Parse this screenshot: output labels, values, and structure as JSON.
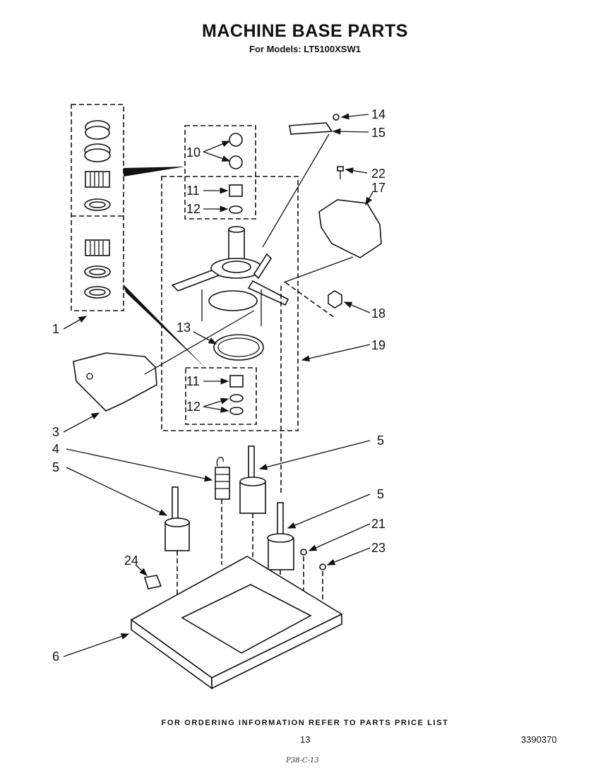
{
  "header": {
    "title": "MACHINE BASE PARTS",
    "subtitle": "For Models: LT5100XSW1"
  },
  "callouts": {
    "p1": "1",
    "p3": "3",
    "p4": "4",
    "p5a": "5",
    "p5b": "5",
    "p5c": "5",
    "p6": "6",
    "p10": "10",
    "p11a": "11",
    "p11b": "11",
    "p12a": "12",
    "p12b": "12",
    "p13": "13",
    "p14": "14",
    "p15": "15",
    "p17": "17",
    "p18": "18",
    "p19": "19",
    "p21": "21",
    "p22": "22",
    "p23": "23",
    "p24": "24"
  },
  "footer": {
    "ordering_note": "FOR ORDERING INFORMATION REFER TO PARTS PRICE LIST",
    "page_number": "13",
    "document_number": "3390370",
    "handwritten_note": "P38-C-13"
  }
}
